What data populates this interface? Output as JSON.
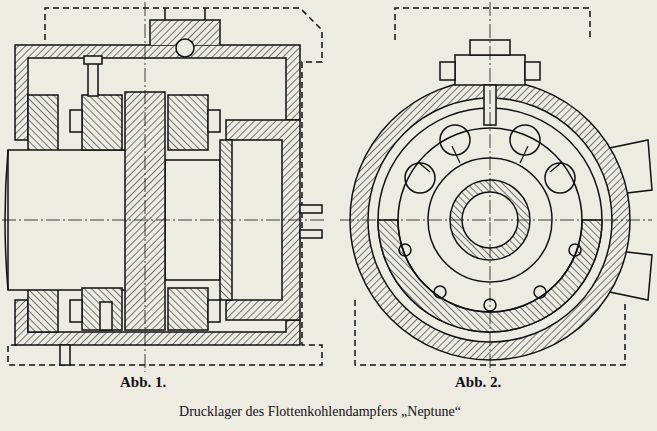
{
  "diagram": {
    "caption": "Drucklager des Flottenkohlendampfers „Neptune“",
    "labels": [
      "Abb. 1.",
      "Abb. 2."
    ]
  }
}
